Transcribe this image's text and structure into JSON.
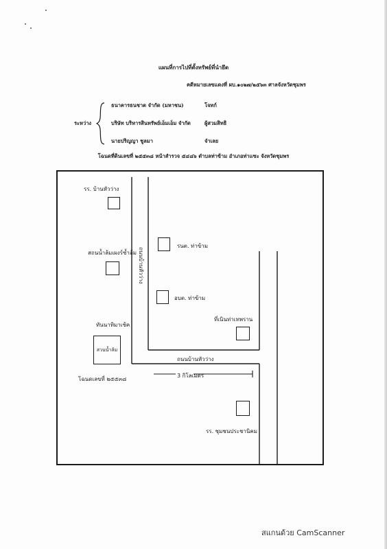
{
  "document": {
    "title": "แผนที่การไปที่ตั้งทรัพย์ที่นำยึด",
    "case_number": "คดีหมายเลขแดงที่ ผบ.๑๐๒๗/๒๕๖๓ ศาลจังหวัดชุมพร",
    "parties_label": "ระหว่าง",
    "parties": [
      {
        "name": "ธนาคารธนชาต จำกัด (มหาชน)",
        "role": "โจทก์"
      },
      {
        "name": "บริษัท บริหารสินทรัพย์เอ็มเอ็ม จำกัด",
        "role": "ผู้สวมสิทธิ"
      },
      {
        "name": "นายปริญญา ชูลมา",
        "role": "จำเลย"
      }
    ],
    "deed_line": "โฉนดที่ดินเลขที่ ๒๕๕๓๘ หน้าสำรวจ ๕๔๘๖ ตำบลท่าข้าม อำเภอท่าแซะ จังหวัดชุมพร"
  },
  "map": {
    "landmarks": [
      {
        "id": "school-ban-hua-wang",
        "label": "รร. บ้านหัวว่าง"
      },
      {
        "id": "nong-nam-lom-fish-pond",
        "label": "สถนน้ำล้มเผงร์ซ้ำล้ม"
      },
      {
        "id": "wat-tha-kham",
        "label": "รนต. ท่าข้าม"
      },
      {
        "id": "sao-tha-kham",
        "label": "อบต. ท่าข้าม"
      },
      {
        "id": "tha-kham-rice-mill",
        "label": "ที่เนินท่าเทพราน"
      },
      {
        "id": "shop-near-lot",
        "label": "ทันนาทิมาเซ้ค"
      },
      {
        "id": "school-chumchon",
        "label": "รร. ชุมชนประชานิคม"
      }
    ],
    "lot_box_label": "สวนน้ำล้ม",
    "road_vertical": "ถนนบ้านหัวว่าง",
    "road_horizontal": "ถนนบ้านหัวว่าง",
    "lot_label": "โฉนดเลขที่ ๒๕๕๓๘",
    "distance_label": "3 กิโลเมตร"
  },
  "footer": {
    "scanner_watermark": "สแกนด้วย CamScanner"
  }
}
